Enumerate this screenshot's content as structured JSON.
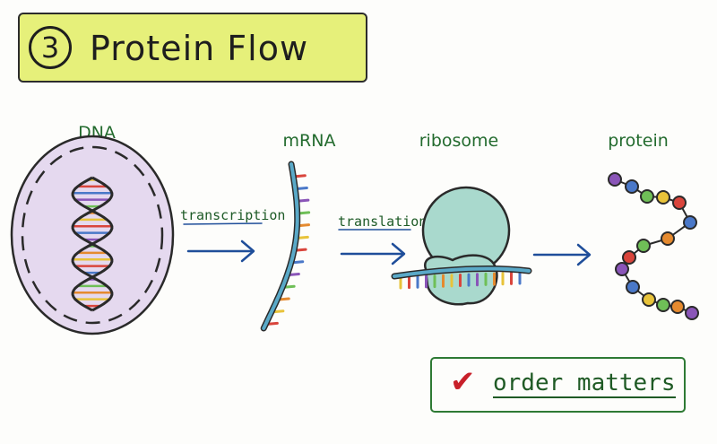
{
  "title": {
    "step": "3",
    "text": "Protein Flow"
  },
  "stages": [
    {
      "label": "DNA"
    },
    {
      "label": "mRNA"
    },
    {
      "label": "ribosome"
    },
    {
      "label": "protein"
    }
  ],
  "arrows": [
    {
      "label": "transcription"
    },
    {
      "label": "translation"
    },
    {
      "label": ""
    }
  ],
  "note": {
    "icon": "check-icon",
    "text": "order matters"
  },
  "colors": {
    "title_bg": "#e6f07a",
    "label_green": "#236b2e",
    "arrow_blue": "#1f4e9a",
    "nucleus": "#e5d9ef",
    "strand_blue": "#4b9bc0",
    "ribosome": "#a9d9cd",
    "check_red": "#c8202a"
  },
  "nucleotide_colors": [
    "#e8c33a",
    "#d9453c",
    "#4a78c8",
    "#8a55b8",
    "#6fbf57",
    "#e58a2f"
  ],
  "protein_bead_colors": [
    "#8a55b8",
    "#4a78c8",
    "#6fbf57",
    "#e8c33a",
    "#d9453c",
    "#4a78c8",
    "#e58a2f",
    "#6fbf57",
    "#d9453c",
    "#8a55b8",
    "#4a78c8",
    "#e8c33a",
    "#6fbf57",
    "#e58a2f",
    "#8a55b8",
    "#d9453c"
  ]
}
